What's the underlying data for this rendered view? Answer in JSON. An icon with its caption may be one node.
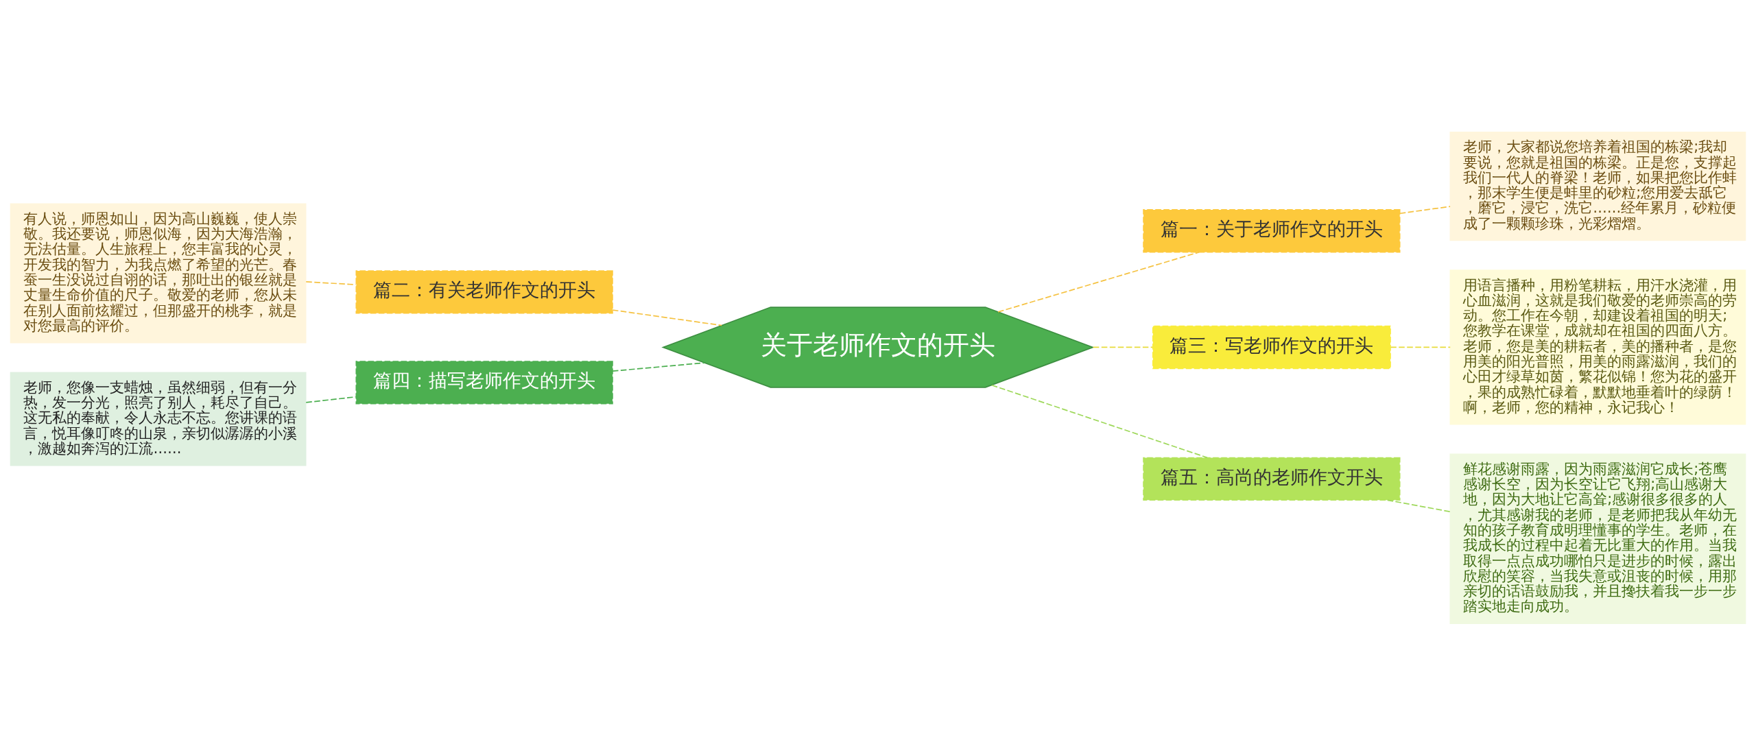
{
  "diagram": {
    "nodes": [
      {
        "text": [
          "关于老师作文的开头"
        ]
      },
      {
        "text": [
          "篇一：关于老师作文的开头"
        ]
      },
      {
        "text": [
          "老师，大家都说您培养着祖国的栋梁;我却要说，您就是祖国的栋梁。正是您，支撑起我们一代人的脊梁！老师，如果把您比作蚌，那末学生便是蚌里的砂粒;您用爱去舐它，磨它，浸它，洗它……经年累月，砂粒便成了一颗颗珍珠，光彩熠熠。"
        ]
      },
      {
        "text": [
          "篇二：有关老师作文的开头"
        ]
      },
      {
        "text": [
          "有人说，师恩如山，因为高山巍巍，使人崇敬。我还要说，师恩似海，因为大海浩瀚，无法估量。人生旅程上，您丰富我的心灵，开发我的智力，为我点燃了希望的光芒。春蚕一生没说过自诩的话，那吐出的银丝就是丈量生命价值的尺子。敬爱的老师，您从未在别人面前炫耀过，但那盛开的桃李，就是对您最高的评价。"
        ]
      },
      {
        "text": [
          "篇三：写老师作文的开头"
        ]
      },
      {
        "text": [
          "用语言播种，用粉笔耕耘，用汗水浇灌，用心血滋润，这就是我们敬爱的老师崇高的劳动。您工作在今朝，却建设着祖国的明天;您教学在课堂，成就却在祖国的四面八方。老师，您是美的耕耘者，美的播种者，是您用美的阳光普照，用美的雨露滋润，我们的心田才绿草如茵，繁花似锦！您为花的盛开，果的成熟忙碌着，默默地垂着叶的绿荫！啊，老师，您的精神，永记我心！"
        ]
      },
      {
        "text": [
          "篇四：描写老师作文的开头"
        ]
      },
      {
        "text": [
          "老师，您像一支蜡烛，虽然细弱，但有一分热，发一分光，照亮了别人，耗尽了自己。这无私的奉献，令人永志不忘。您讲课的语言，悦耳像叮咚的山泉，亲切似潺潺的小溪，激越如奔泻的江流……"
        ]
      },
      {
        "text": [
          "篇五：高尚的老师作文开头"
        ]
      },
      {
        "text": [
          "鲜花感谢雨露，因为雨露滋润它成长;苍鹰感谢长空，因为长空让它飞翔;高山感谢大地，因为大地让它高耸;感谢很多很多的人，尤其感谢我的老师，是老师把我从年幼无知的孩子教育成明理懂事的学生。老师，在我成长的过程中起着无比重大的作用。当我取得一点点成功哪怕只是进步的时候，露出欣慰的笑容，当我失意或沮丧的时候，用那亲切的话语鼓励我，并且搀扶着我一步一步踏实地走向成功。"
        ]
      }
    ],
    "edges": [
      {
        "from": 0,
        "to": 1,
        "arrow": "none",
        "style": "dashed",
        "color": "#f5c242"
      },
      {
        "from": 1,
        "to": 2,
        "arrow": "none",
        "style": "dashed",
        "color": "#f5c242"
      },
      {
        "from": 0,
        "to": 3,
        "arrow": "none",
        "style": "dashed",
        "color": "#f5c242"
      },
      {
        "from": 3,
        "to": 4,
        "arrow": "none",
        "style": "dashed",
        "color": "#f5c242"
      },
      {
        "from": 0,
        "to": 5,
        "arrow": "none",
        "style": "dashed",
        "color": "#e8dc3a"
      },
      {
        "from": 5,
        "to": 6,
        "arrow": "none",
        "style": "dashed",
        "color": "#e8dc3a"
      },
      {
        "from": 0,
        "to": 7,
        "arrow": "none",
        "style": "dashed",
        "color": "#4caf50"
      },
      {
        "from": 7,
        "to": 8,
        "arrow": "none",
        "style": "dashed",
        "color": "#4caf50"
      },
      {
        "from": 0,
        "to": 9,
        "arrow": "none",
        "style": "dashed",
        "color": "#9ed85a"
      },
      {
        "from": 9,
        "to": 10,
        "arrow": "none",
        "style": "dashed",
        "color": "#9ed85a"
      }
    ]
  }
}
